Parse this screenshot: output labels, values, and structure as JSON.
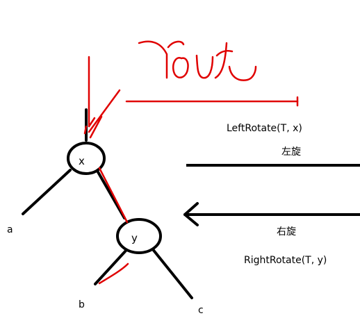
{
  "colors": {
    "ink": "#000000",
    "annotation": "#e00000",
    "background": "#ffffff"
  },
  "nodes": {
    "x": "x",
    "y": "y"
  },
  "leaves": {
    "a": "a",
    "b": "b",
    "c": "c"
  },
  "operations": {
    "left_rotate": {
      "name": "LeftRotate(T, x)",
      "label_cn": "左旋"
    },
    "right_rotate": {
      "name": "RightRotate(T, y)",
      "label_cn": "右旋"
    }
  },
  "annotation": {
    "handwritten": "root"
  }
}
